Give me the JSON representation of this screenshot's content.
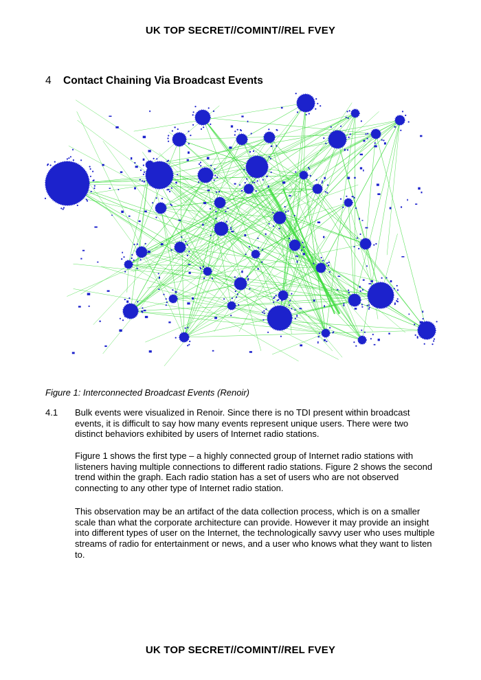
{
  "header": {
    "classification": "UK TOP SECRET//COMINT//REL FVEY"
  },
  "footer": {
    "classification": "UK TOP SECRET//COMINT//REL FVEY"
  },
  "section": {
    "number": "4",
    "title": "Contact Chaining Via Broadcast Events"
  },
  "figure": {
    "caption": "Figure 1: Interconnected Broadcast Events (Renoir)",
    "colors": {
      "node": "#1c22cc",
      "edge": "#3edc3e"
    }
  },
  "paragraph_number": "4.1",
  "paragraphs": [
    "Bulk events were visualized in Renoir. Since there is no TDI present within broadcast events, it is difficult to say how many events represent unique users. There were two distinct behaviors exhibited by users of Internet radio stations.",
    "Figure 1 shows the first type – a highly connected group of Internet radio stations with listeners having multiple connections to different radio stations. Figure 2 shows the second trend within the graph. Each radio station has a set of users who are not observed connecting to any other type of Internet radio station.",
    "This observation may be an artifact of the data collection process, which is on a smaller scale than what the corporate architecture can provide. However it may provide an insight into different types of user on the Internet, the technologically savvy user who uses multiple streams of radio for entertainment or news, and a user who knows what they want to listen to."
  ]
}
